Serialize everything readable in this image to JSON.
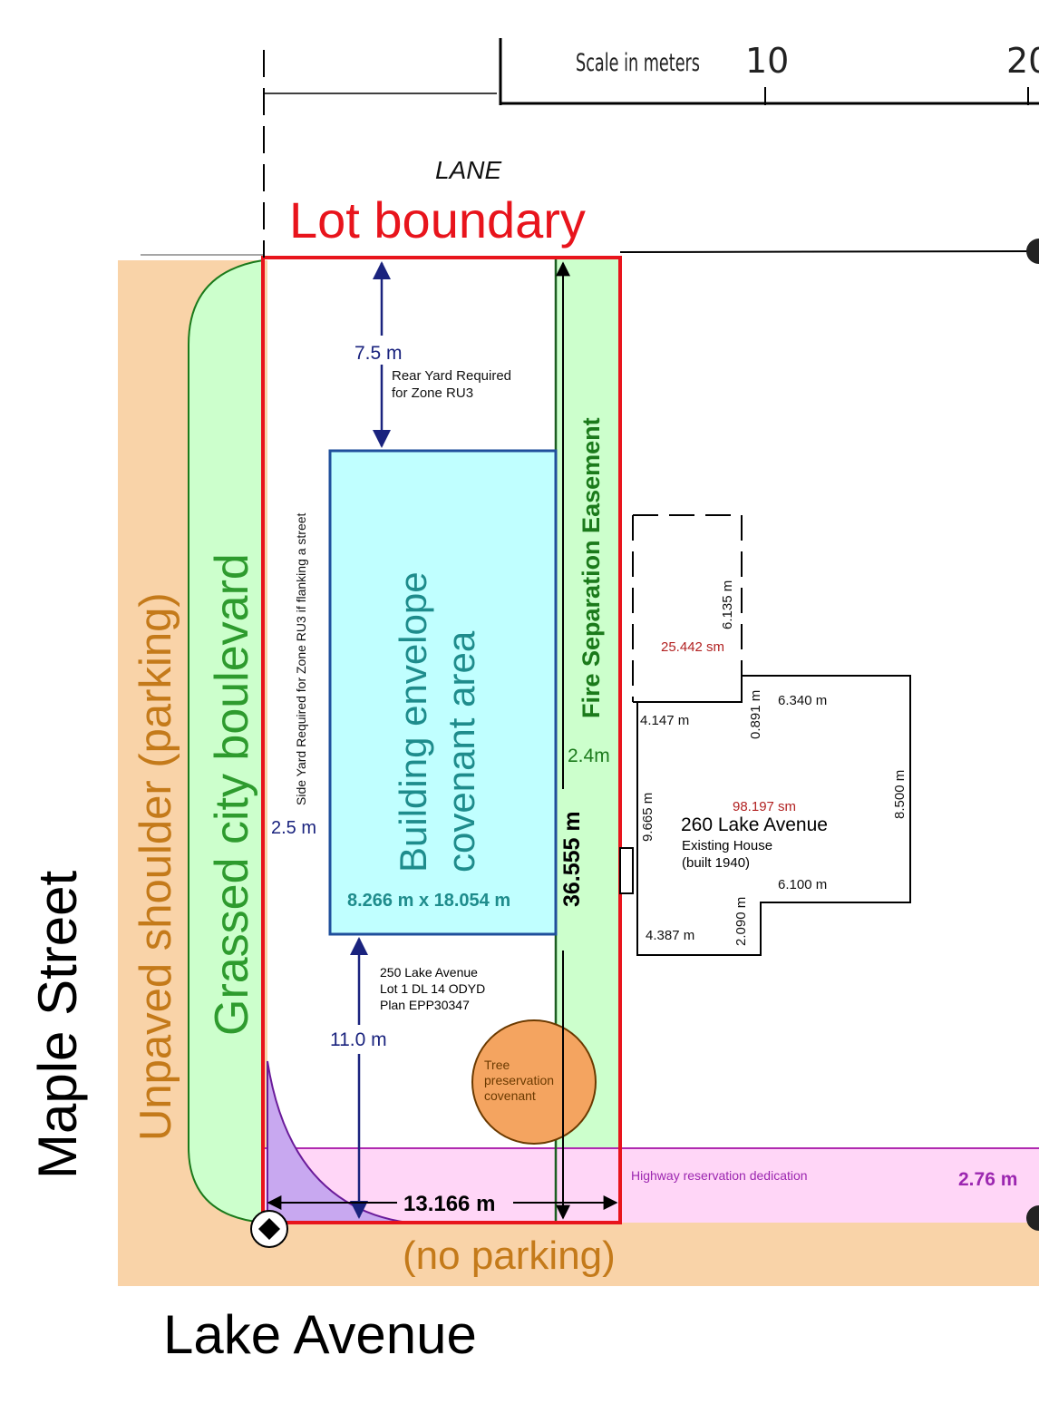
{
  "scale": {
    "label": "Scale in meters",
    "ticks": [
      "10",
      "20"
    ]
  },
  "lane": "LANE",
  "lot_boundary": "Lot boundary",
  "streets": {
    "maple": "Maple Street",
    "lake": "Lake Avenue"
  },
  "unpaved_shoulder": "Unpaved shoulder (parking)",
  "no_parking": "(no parking)",
  "boulevard": "Grassed city boulevard",
  "fire_easement": {
    "label": "Fire Separation Easement",
    "width": "2.4m"
  },
  "rear_yard": {
    "value": "7.5 m",
    "line1": "Rear Yard Required",
    "line2": "for Zone RU3"
  },
  "side_yard": {
    "label": "Side Yard Required for Zone RU3 if flanking a street",
    "value": "2.5 m"
  },
  "envelope": {
    "line1": "Building envelope",
    "line2": "covenant area",
    "dims": "8.266 m x 18.054 m"
  },
  "lot_depth": "36.555 m",
  "front_setback": "11.0 m",
  "lot_width": "13.166 m",
  "lot_info": {
    "line1": "250 Lake Avenue",
    "line2": "Lot 1 DL 14 ODYD",
    "line3": "Plan EPP30347"
  },
  "tree": {
    "line1": "Tree",
    "line2": "preservation",
    "line3": "covenant"
  },
  "highway": {
    "label": "Highway reservation dedication",
    "width": "2.76 m"
  },
  "house": {
    "address": "260 Lake Avenue",
    "line2": "Existing House",
    "line3": "(built 1940)",
    "area": "98.197 sm",
    "annex_area": "25.442 sm",
    "dims": [
      "6.135 m",
      "0.891 m",
      "6.340 m",
      "4.147 m",
      "8.500 m",
      "9.665 m",
      "6.100 m",
      "2.090 m",
      "4.387 m"
    ]
  },
  "colors": {
    "lot": "#e8141c",
    "boulevard": "#7bc142",
    "boulevard_fill": "#ccffcc",
    "envelope": "#c0ffff",
    "envelope_stroke": "#1f4f9c",
    "dim": "#1a237e",
    "shoulder": "#f9d3a8",
    "highway": "#ffd6f7",
    "tree": "#f4a460"
  }
}
